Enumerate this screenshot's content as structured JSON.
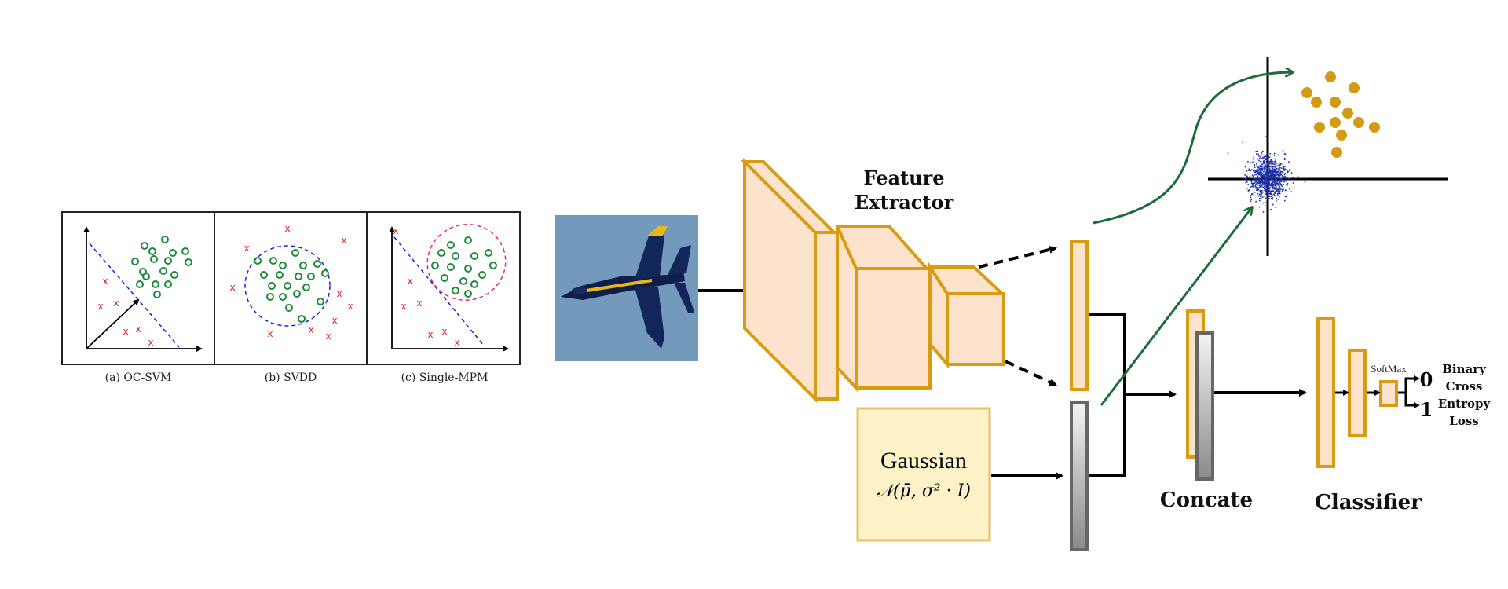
{
  "panels": {
    "a_caption": "(a) OC-SVM",
    "b_caption": "(b) SVDD",
    "c_caption": "(c) Single-MPM"
  },
  "feature_extractor": {
    "line1": "Feature",
    "line2": "Extractor"
  },
  "gaussian": {
    "title": "Gaussian",
    "formula": "𝒩(μ̄, σ² · I)"
  },
  "concate_label": "Concate",
  "classifier_label": "Classifier",
  "softmax_label": "SoftMax",
  "output": {
    "zero": "0",
    "one": "1"
  },
  "loss": {
    "line1": "Binary",
    "line2": "Cross",
    "line3": "Entropy",
    "line4": "Loss"
  },
  "colors": {
    "orange_stroke": "#d89b12",
    "peach_fill": "#fde3cc",
    "gaussian_fill": "#fdf1c8",
    "green": "#1d6b3a",
    "blue_dash": "#1c1cf0",
    "pink_dash": "#e0287a",
    "red_x": "#e8202a",
    "gold_dot": "#d39a12",
    "navy_cloud": "#1f2fa8"
  }
}
